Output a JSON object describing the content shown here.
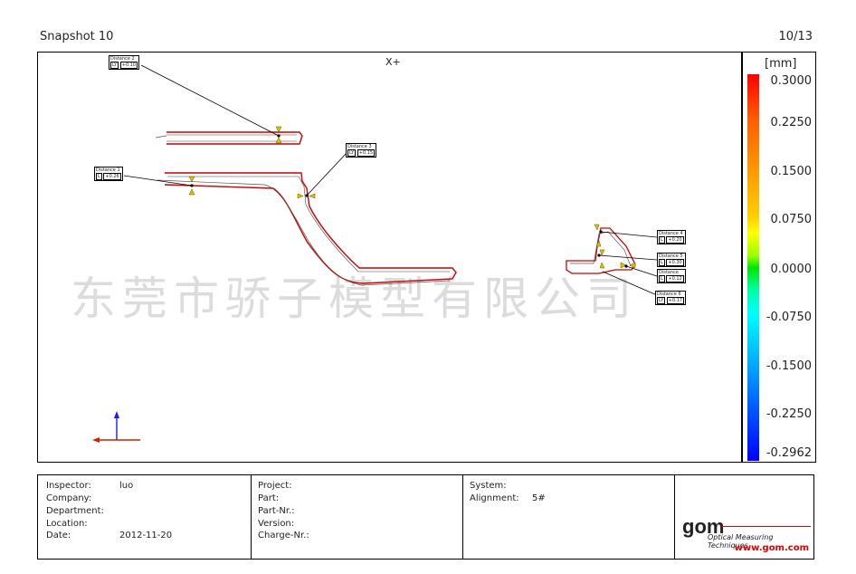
{
  "header": {
    "title": "Snapshot 10",
    "page": "10/13"
  },
  "viewport": {
    "view_label": "X+",
    "watermark": "东莞市骄子模型有限公司",
    "labels": [
      {
        "name": "Distance 2",
        "axis": "LY",
        "value": "+0.10"
      },
      {
        "name": "Distance 3",
        "axis": "LY",
        "value": "+0.15"
      },
      {
        "name": "Distance 1",
        "axis": "L",
        "value": "+0.26"
      },
      {
        "name": "Distance 4",
        "axis": "L",
        "value": "+0.20"
      },
      {
        "name": "Distance 5",
        "axis": "L",
        "value": "+0.30"
      },
      {
        "name": "Distance",
        "axis": "L",
        "value": "+0.12"
      },
      {
        "name": "Distance 6",
        "axis": "LY",
        "value": "+0.17"
      }
    ]
  },
  "legend": {
    "unit": "[mm]",
    "ticks": [
      "0.3000",
      "0.2250",
      "0.1500",
      "0.0750",
      "0.0000",
      "-0.0750",
      "-0.1500",
      "-0.2250",
      "-0.2962"
    ]
  },
  "footer": {
    "col1": [
      {
        "label": "Inspector:",
        "value": "luo"
      },
      {
        "label": "Company:",
        "value": ""
      },
      {
        "label": "Department:",
        "value": ""
      },
      {
        "label": "Location:",
        "value": ""
      },
      {
        "label": "Date:",
        "value": "2012-11-20"
      }
    ],
    "col2": [
      {
        "label": "Project:",
        "value": ""
      },
      {
        "label": "Part:",
        "value": ""
      },
      {
        "label": "Part-Nr.:",
        "value": ""
      },
      {
        "label": "Version:",
        "value": ""
      },
      {
        "label": "Charge-Nr.:",
        "value": ""
      }
    ],
    "col3": [
      {
        "label": "System:",
        "value": ""
      },
      {
        "label": "Alignment:",
        "value": "5#"
      }
    ],
    "logo": {
      "brand": "gom",
      "tagline": "Optical Measuring Techniques",
      "url": "www.gom.com"
    }
  }
}
